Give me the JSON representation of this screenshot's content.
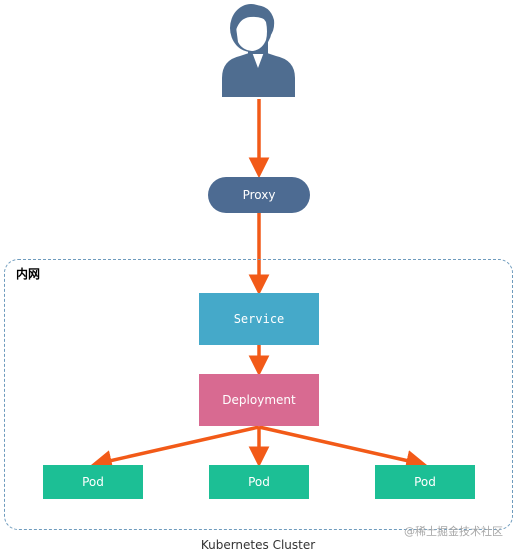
{
  "nodes": {
    "proxy": "Proxy",
    "service": "Service",
    "deployment": "Deployment",
    "pods": [
      "Pod",
      "Pod",
      "Pod"
    ]
  },
  "groups": {
    "intranet": "内网",
    "cluster": "Kubernetes Cluster"
  },
  "watermark": "@稀土掘金技术社区",
  "colors": {
    "arrow": "#f25a18",
    "proxy": "#4d6b92",
    "service": "#45a9c9",
    "deployment": "#d86a91",
    "pod": "#1cbf95",
    "user": "#4f6d90",
    "cluster_border": "#6e9bbd"
  },
  "icons": {
    "user": "user-avatar-icon"
  }
}
